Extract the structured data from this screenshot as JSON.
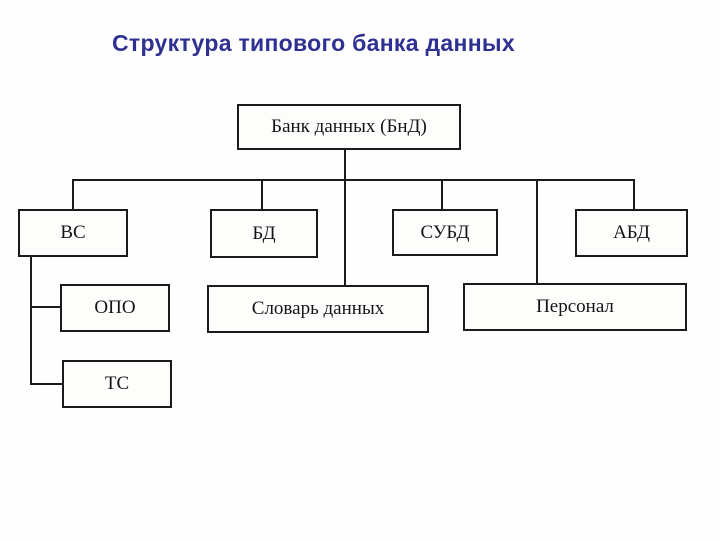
{
  "page": {
    "title": "Структура типового банка данных"
  },
  "colors": {
    "title": "#2e3192",
    "line": "#1b1b1b",
    "box_border": "#1b1b1b",
    "box_fill": "#fdfdfc",
    "background": "#fefefe"
  },
  "nodes": {
    "bnd": {
      "label": "Банк данных (БнД)"
    },
    "vs": {
      "label": "ВС"
    },
    "bd": {
      "label": "БД"
    },
    "subd": {
      "label": "СУБД"
    },
    "abd": {
      "label": "АБД"
    },
    "opo": {
      "label": "ОПО"
    },
    "slovar": {
      "label": "Словарь данных"
    },
    "personal": {
      "label": "Персонал"
    },
    "ts": {
      "label": "ТС"
    }
  },
  "edges": [
    {
      "from": "bnd",
      "to": "vs"
    },
    {
      "from": "bnd",
      "to": "bd"
    },
    {
      "from": "bnd",
      "to": "subd"
    },
    {
      "from": "bnd",
      "to": "abd"
    },
    {
      "from": "bnd",
      "to": "slovar"
    },
    {
      "from": "bnd",
      "to": "personal"
    },
    {
      "from": "vs",
      "to": "opo"
    },
    {
      "from": "vs",
      "to": "ts"
    }
  ]
}
